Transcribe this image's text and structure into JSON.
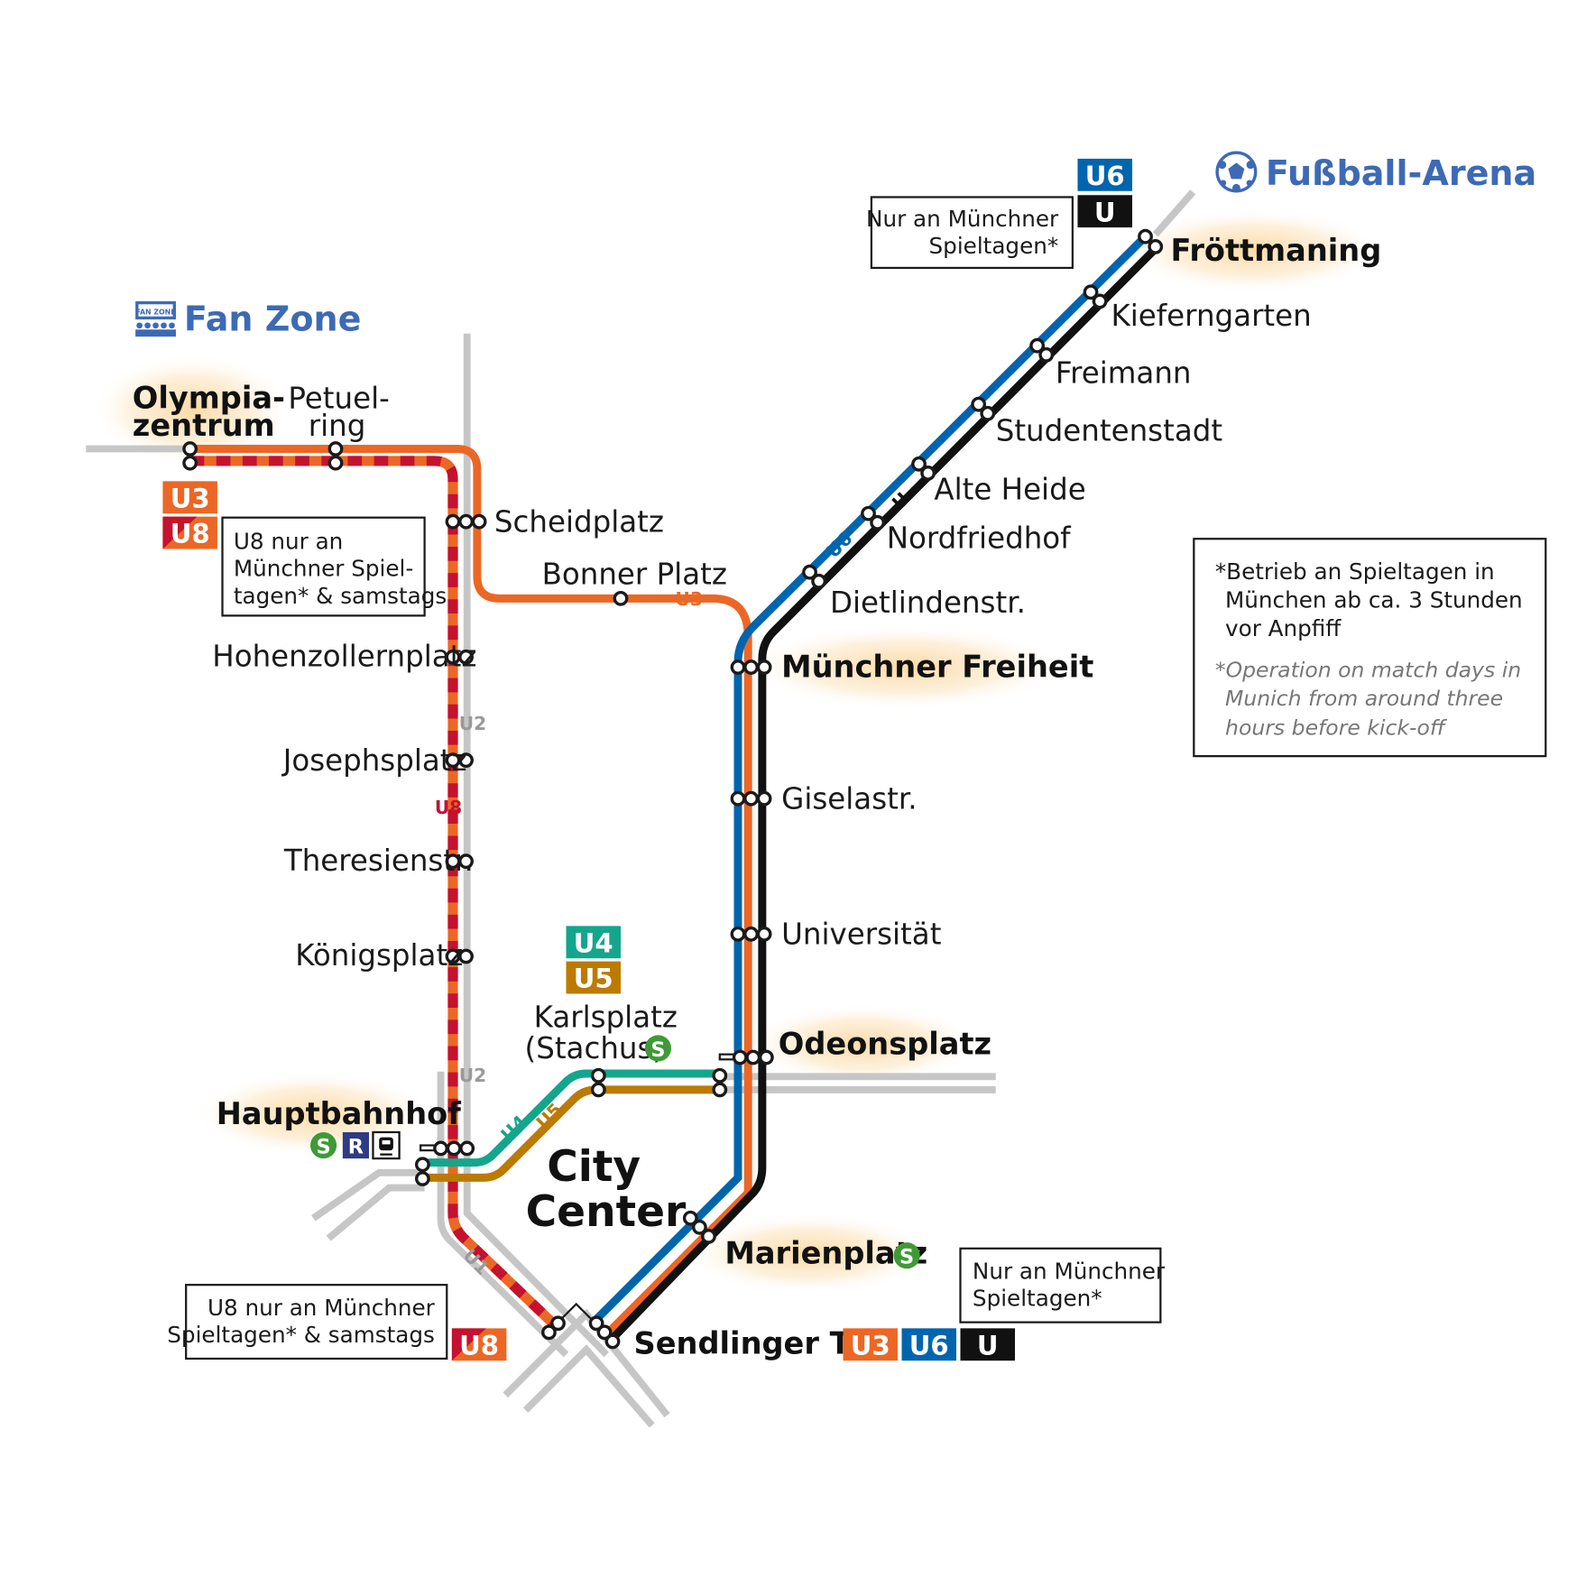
{
  "colors": {
    "u1u2_gray": "#bdbdbd",
    "u3_orange": "#ec6725",
    "u8_red": "#c4122f",
    "u6_blue": "#0065ae",
    "u_black": "#111111",
    "u4_green": "#14a68c",
    "u5_brown": "#bc7a00",
    "sbahn_green": "#3f9a36",
    "regional_navy": "#2d3b84",
    "title_blue": "#3d6ab5",
    "highlight_glow": "#fbd9a1"
  },
  "headings": {
    "fan_zone": "Fan Zone",
    "fan_zone_icon_text": "FAN ZONE",
    "fussball_arena": "Fußball-Arena",
    "city_center_line1": "City",
    "city_center_line2": "Center"
  },
  "icons": {
    "fan_zone": "fan-zone-icon",
    "arena": "soccer-ball-icon",
    "sbahn": "s-bahn-icon",
    "regional": "regional-train-icon",
    "tram": "tram-icon"
  },
  "stations": {
    "olympiazentrum_1": "Olympia-",
    "olympiazentrum_2": "zentrum",
    "petuelring_1": "Petuel-",
    "petuelring_2": "ring",
    "scheidplatz": "Scheidplatz",
    "bonner_platz": "Bonner Platz",
    "hohenzollernplatz": "Hohenzollernplatz",
    "josephsplatz": "Josephsplatz",
    "theresienstr": "Theresienstr.",
    "koenigsplatz": "Königsplatz",
    "karlsplatz_1": "Karlsplatz",
    "karlsplatz_2": "(Stachus)",
    "hauptbahnhof": "Hauptbahnhof",
    "sendlinger_tor": "Sendlinger Tor",
    "marienplatz": "Marienplatz",
    "odeonsplatz": "Odeonsplatz",
    "universitaet": "Universität",
    "giselastr": "Giselastr.",
    "muenchner_freiheit": "Münchner Freiheit",
    "dietlindenstr": "Dietlindenstr.",
    "nordfriedhof": "Nordfriedhof",
    "alte_heide": "Alte Heide",
    "studentenstadt": "Studentenstadt",
    "freimann": "Freimann",
    "kieferngarten": "Kieferngarten",
    "froettmaning": "Fröttmaning"
  },
  "line_badges": {
    "u3": "U3",
    "u8": "U8",
    "u4": "U4",
    "u5": "U5",
    "u6": "U6",
    "u": "U",
    "s": "S",
    "r": "R"
  },
  "inline_labels": {
    "u1": "U1",
    "u2_upper": "U2",
    "u2_lower": "U2",
    "u3": "U3",
    "u8": "U8",
    "u4": "U4",
    "u5": "U5",
    "u6": "U6",
    "u": "U"
  },
  "notes": {
    "u8_top_1": "U8 nur an",
    "u8_top_2": "Münchner Spiel-",
    "u8_top_3": "tagen* & samstags",
    "u6_top_1": "Nur an Münchner",
    "u6_top_2": "Spieltagen*",
    "u8_bottom_1": "U8 nur an Münchner",
    "u8_bottom_2": "Spieltagen* & samstags",
    "sendl_right_1": "Nur an Münchner",
    "sendl_right_2": "Spieltagen*",
    "legend_de_1": "*Betrieb an Spieltagen in",
    "legend_de_2": "München ab ca. 3 Stunden",
    "legend_de_3": "vor Anpfiff",
    "legend_en_1": "*Operation on match days in",
    "legend_en_2": "Munich from around three",
    "legend_en_3": "hours before kick-off"
  }
}
